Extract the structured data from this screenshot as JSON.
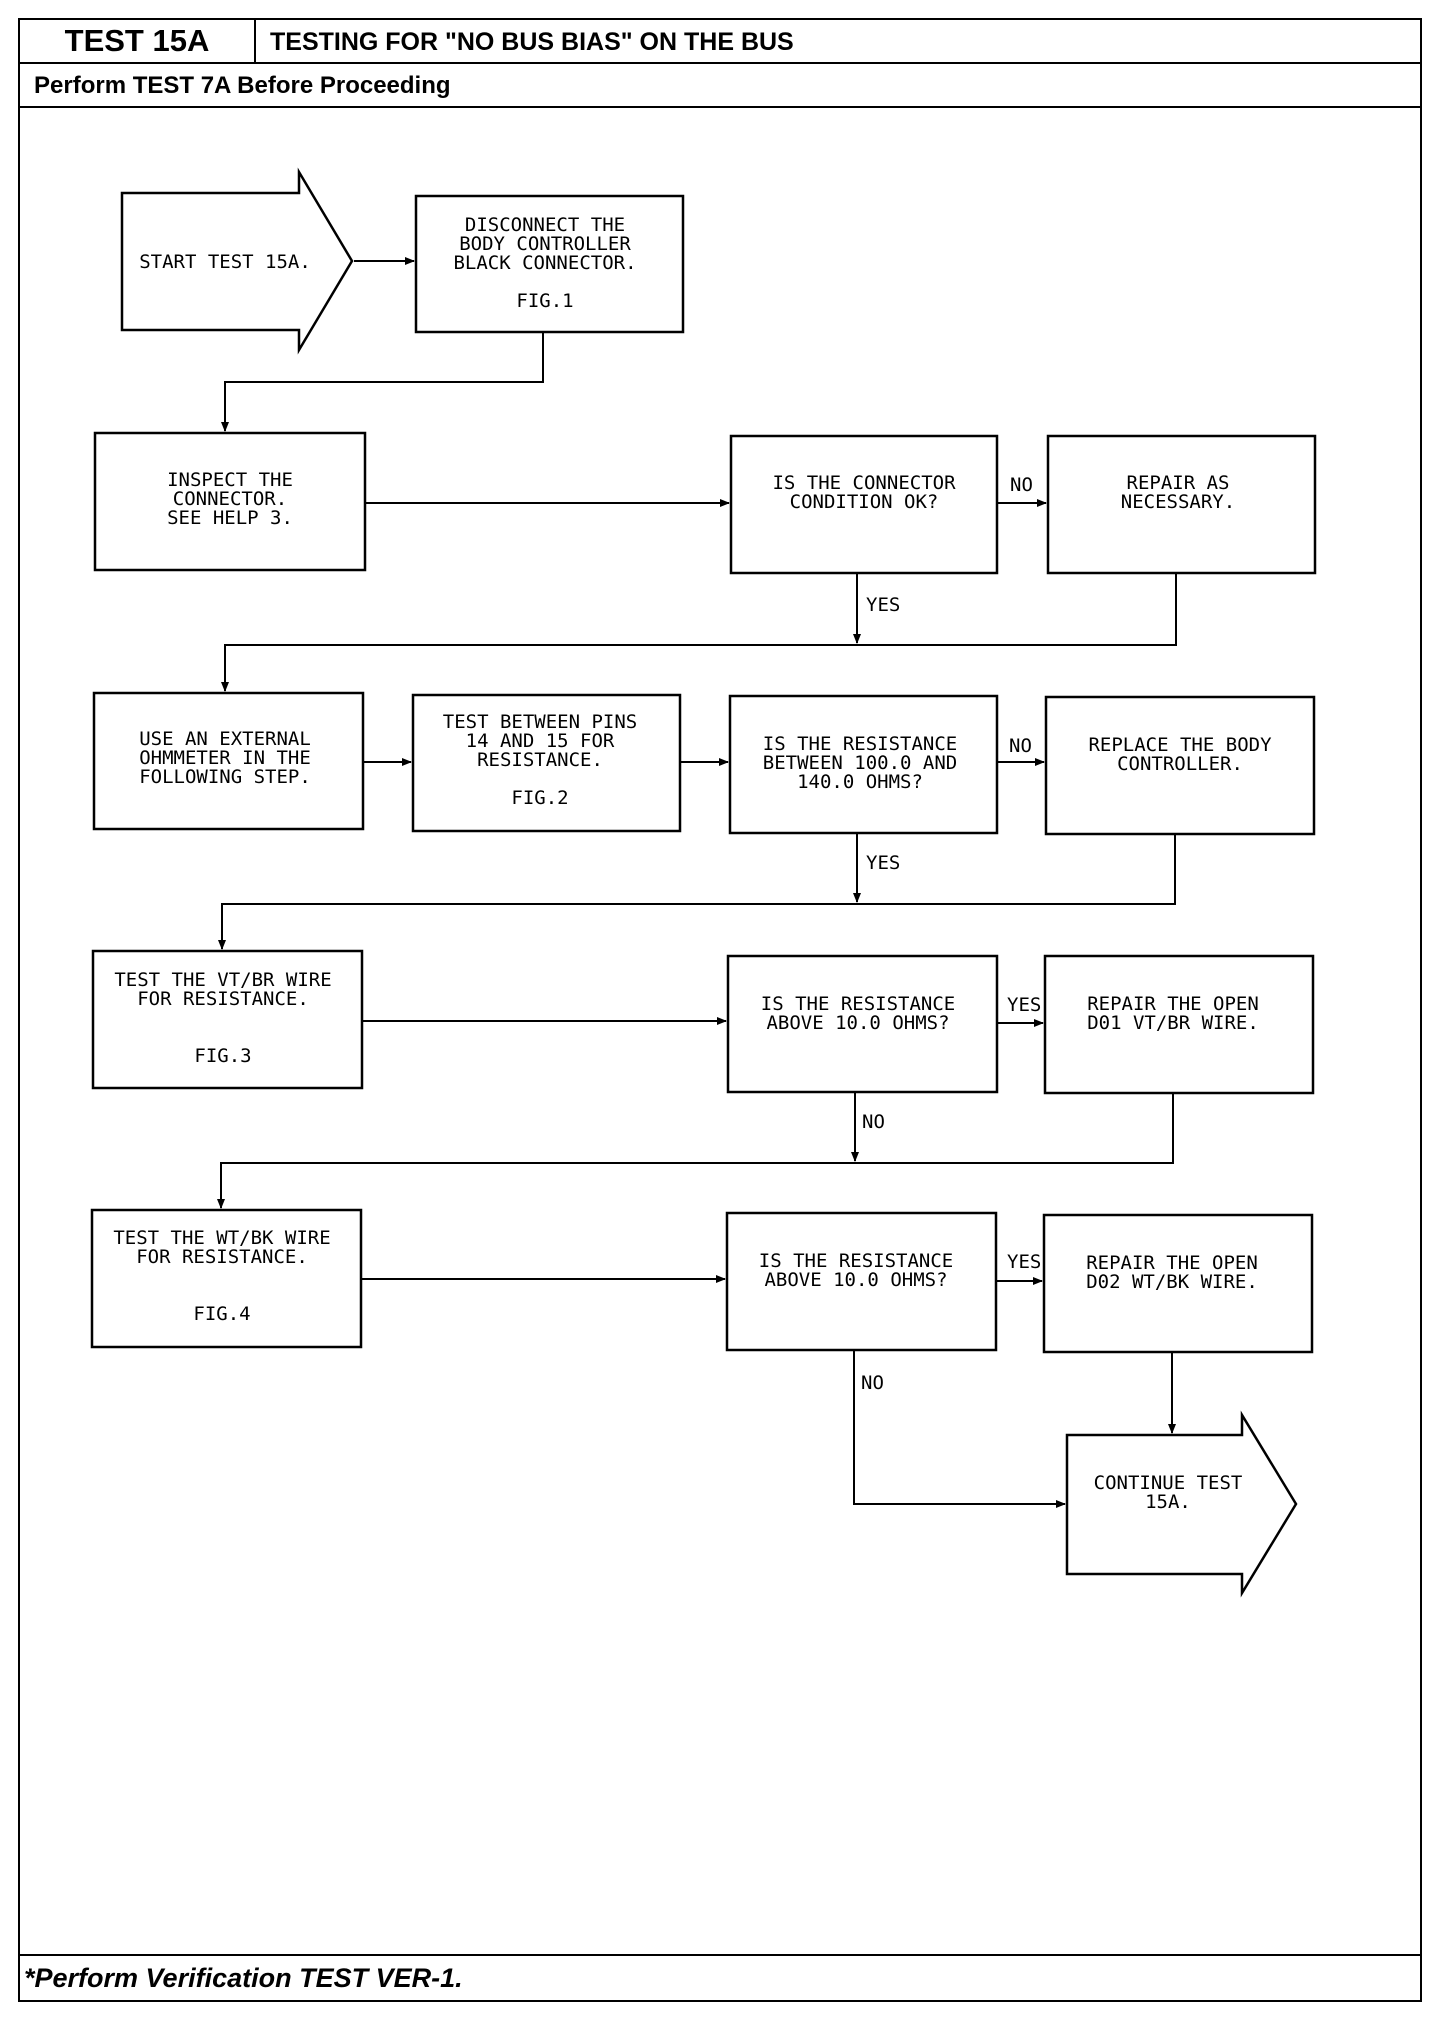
{
  "header": {
    "test_id": "TEST 15A",
    "title": "TESTING FOR \"NO BUS BIAS\" ON THE BUS",
    "prerequisite": "Perform TEST 7A Before Proceeding"
  },
  "footer": {
    "note": "*Perform Verification TEST VER-1."
  },
  "flowchart": {
    "start": [
      "START TEST 15A."
    ],
    "disconnect": [
      "DISCONNECT THE",
      "BODY CONTROLLER",
      "BLACK CONNECTOR.",
      "",
      "FIG.1"
    ],
    "inspect": [
      "INSPECT THE",
      "CONNECTOR.",
      "SEE HELP 3."
    ],
    "q_connector": [
      "IS THE CONNECTOR",
      "CONDITION OK?"
    ],
    "repair_necessary": [
      "REPAIR AS",
      "NECESSARY."
    ],
    "use_ohmmeter": [
      "USE AN EXTERNAL",
      "OHMMETER IN THE",
      "FOLLOWING STEP."
    ],
    "test_pins": [
      "TEST BETWEEN PINS",
      "14 AND 15 FOR",
      "RESISTANCE.",
      "",
      "FIG.2"
    ],
    "q_resistance_range": [
      "IS THE RESISTANCE",
      "BETWEEN 100.0 AND",
      "140.0 OHMS?"
    ],
    "replace_controller": [
      "REPLACE THE BODY",
      "CONTROLLER."
    ],
    "test_vtbr": [
      "TEST THE VT/BR WIRE",
      "FOR RESISTANCE.",
      "",
      "",
      "FIG.3"
    ],
    "q_vtbr": [
      "IS THE RESISTANCE",
      "ABOVE 10.0 OHMS?"
    ],
    "repair_d01": [
      "REPAIR THE OPEN",
      "D01 VT/BR WIRE."
    ],
    "test_wtbk": [
      "TEST THE WT/BK WIRE",
      "FOR RESISTANCE.",
      "",
      "",
      "FIG.4"
    ],
    "q_wtbk": [
      "IS THE RESISTANCE",
      "ABOVE 10.0 OHMS?"
    ],
    "repair_d02": [
      "REPAIR THE OPEN",
      "D02 WT/BK WIRE."
    ],
    "continue": [
      "CONTINUE TEST",
      "15A."
    ]
  },
  "labels": {
    "no": "NO",
    "yes": "YES"
  }
}
